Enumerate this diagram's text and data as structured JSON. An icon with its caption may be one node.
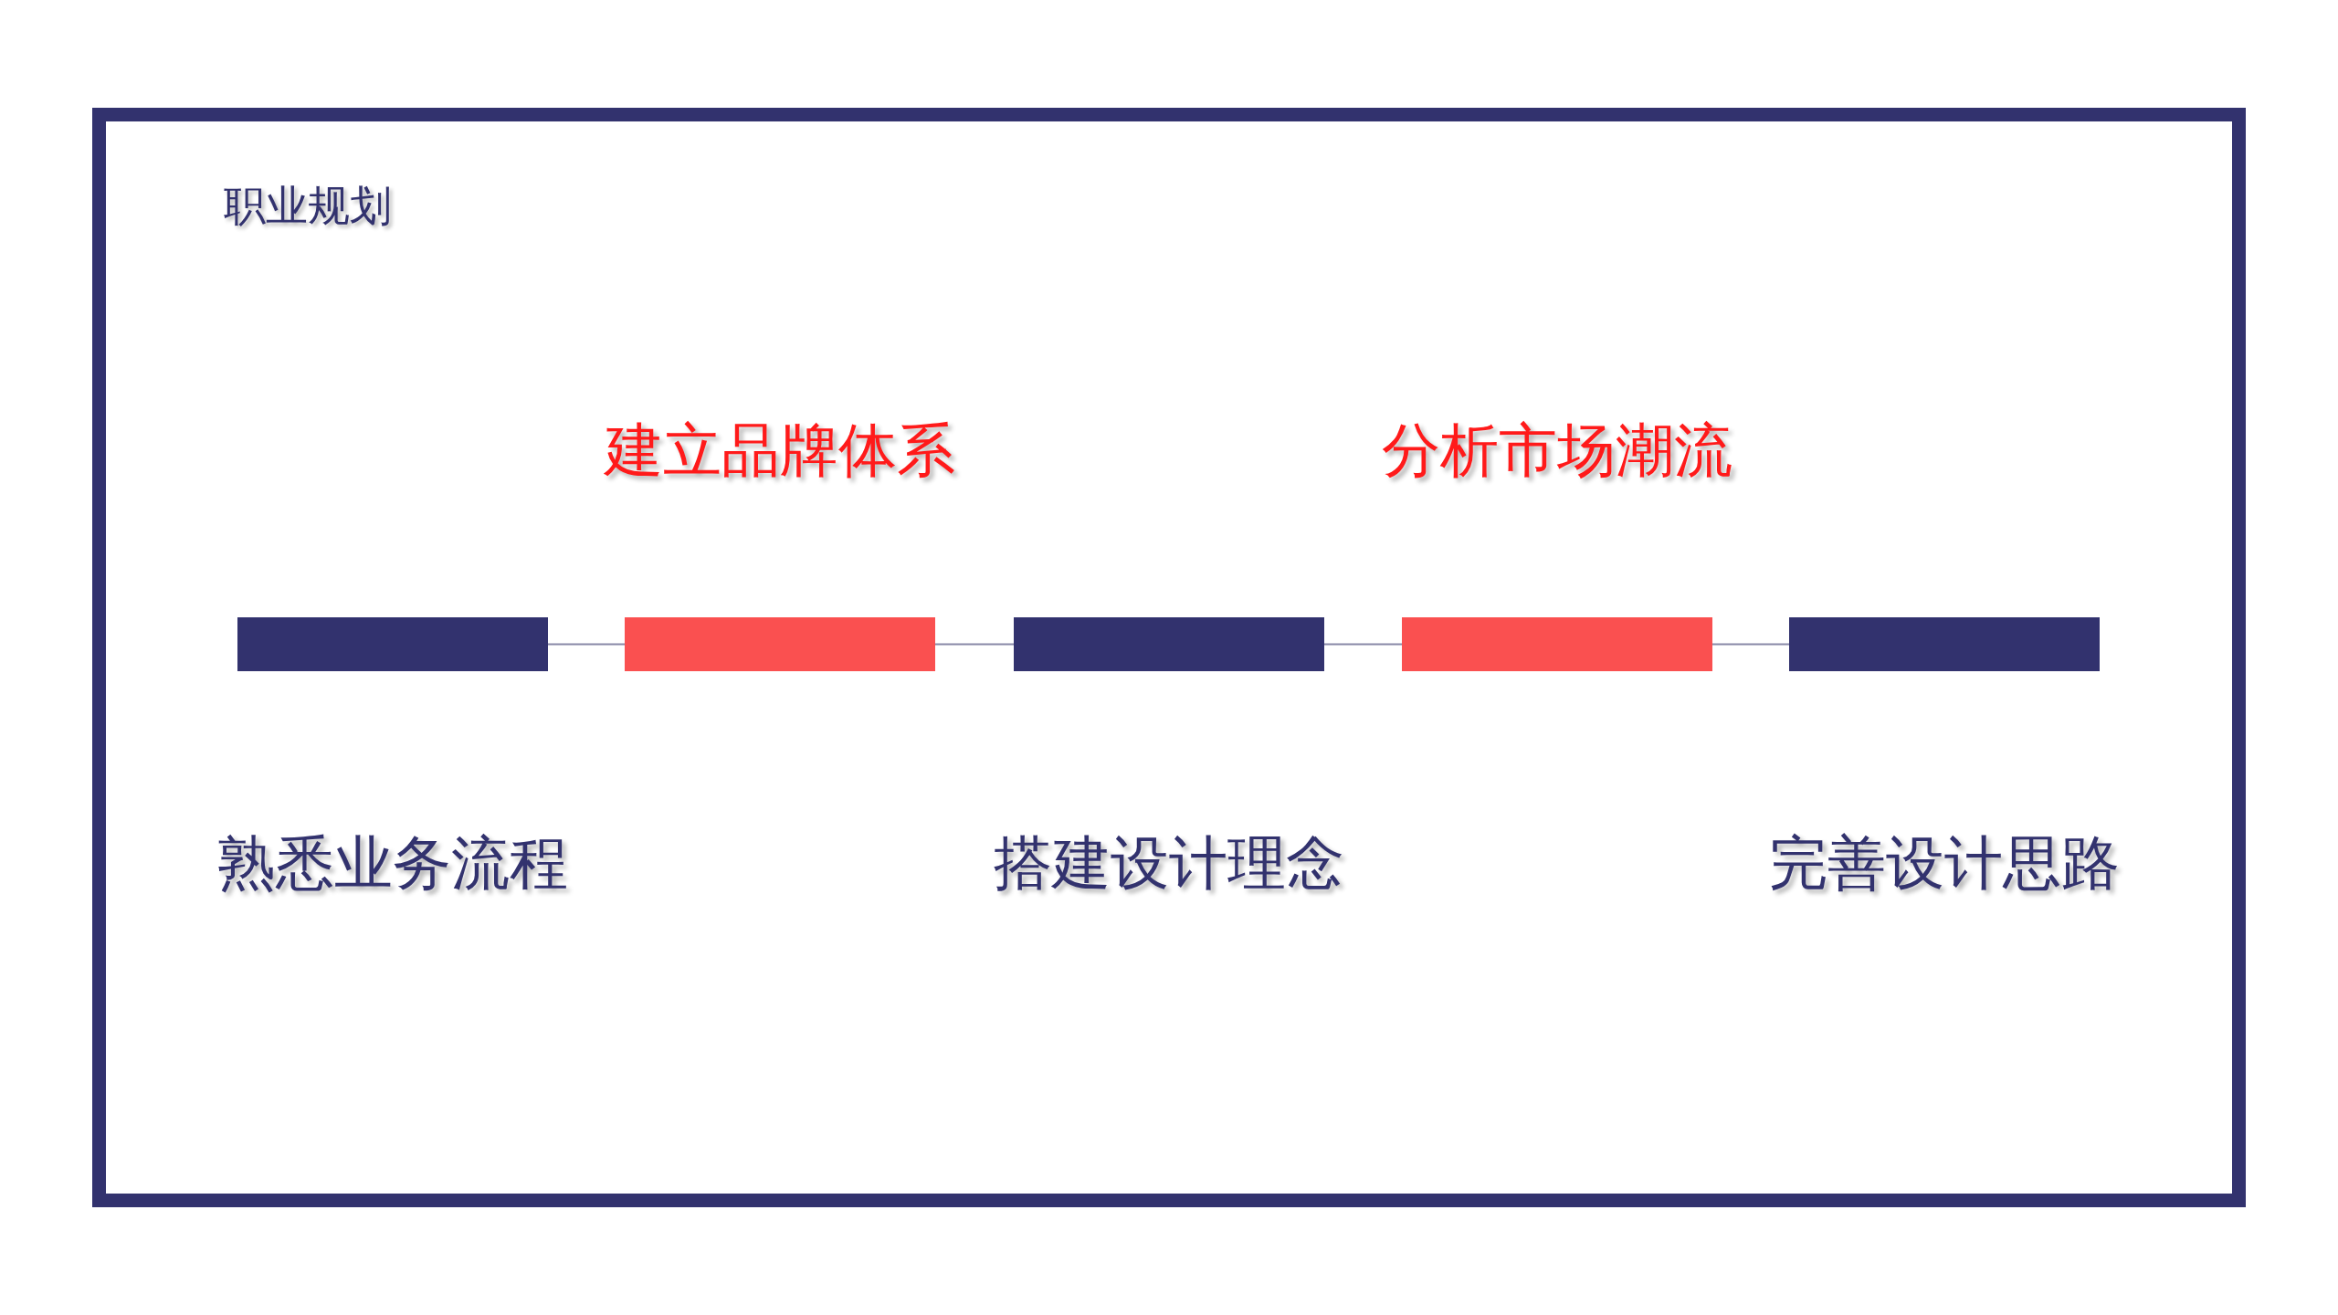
{
  "diagram": {
    "title": "职业规划",
    "nodes": [
      {
        "text": [],
        "shape": "bar",
        "beside": [
          "熟悉业务流程"
        ]
      },
      {
        "text": [],
        "shape": "bar",
        "beside": [
          "建立品牌体系"
        ]
      },
      {
        "text": [],
        "shape": "bar",
        "beside": [
          "搭建设计理念"
        ]
      },
      {
        "text": [],
        "shape": "bar",
        "beside": [
          "分析市场潮流"
        ]
      },
      {
        "text": [],
        "shape": "bar",
        "beside": [
          "完善设计思路"
        ]
      }
    ],
    "edges": [
      {
        "from": 0,
        "to": 1,
        "arrow": "none"
      },
      {
        "from": 1,
        "to": 2,
        "arrow": "none"
      },
      {
        "from": 2,
        "to": 3,
        "arrow": "none"
      },
      {
        "from": 3,
        "to": 4,
        "arrow": "none"
      }
    ]
  }
}
